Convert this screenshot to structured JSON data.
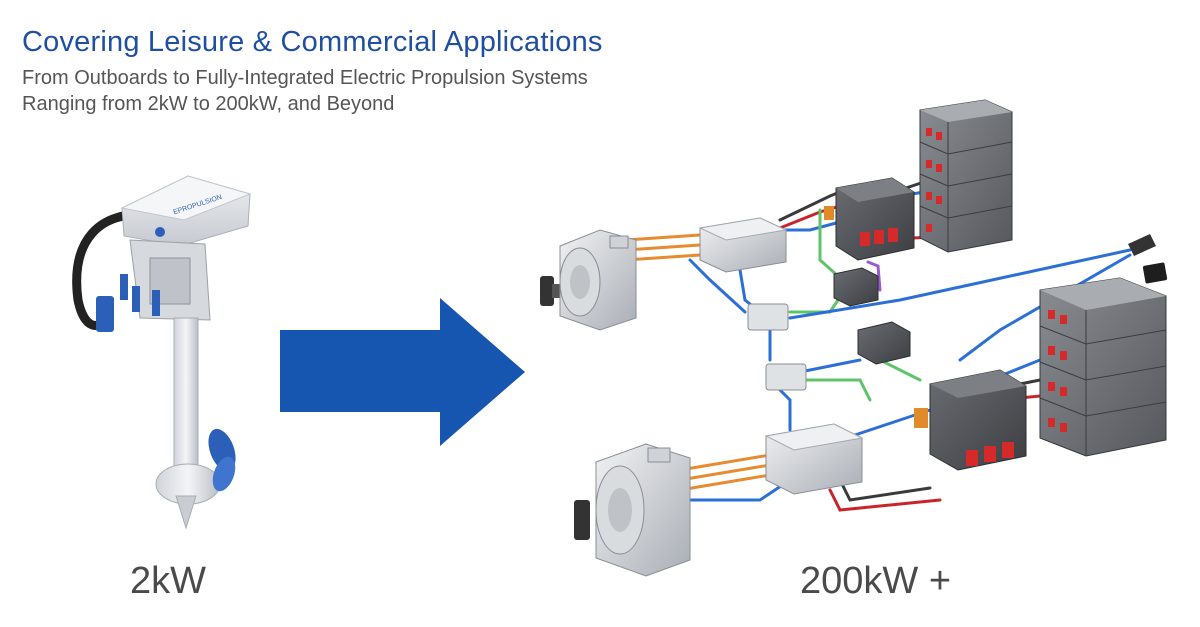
{
  "header": {
    "title": "Covering Leisure & Commercial Applications",
    "subtitle_line1": "From Outboards to Fully-Integrated Electric Propulsion Systems",
    "subtitle_line2": "Ranging from 2kW to 200kW, and Beyond"
  },
  "outboard": {
    "brand_text": "EPROPULSION",
    "caption": "2kW"
  },
  "system": {
    "caption": "200kW +"
  },
  "colors": {
    "title_blue": "#1f4fa3",
    "arrow_blue": "#1656b0",
    "cable_orange": "#e88a2e",
    "cable_blue": "#2c6fd6",
    "cable_green": "#5fc36a",
    "cable_red": "#c8242a",
    "cable_purple": "#9b5bd0"
  },
  "icons": {
    "arrow": "right-arrow-icon"
  }
}
